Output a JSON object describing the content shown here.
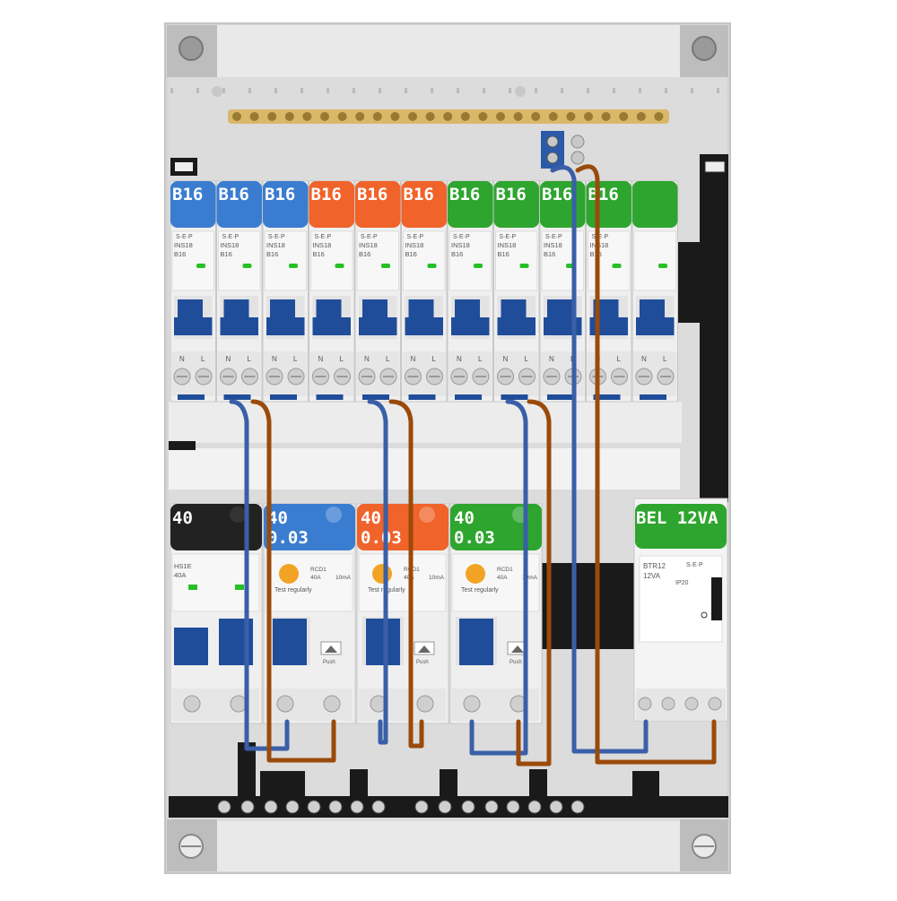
{
  "colors": {
    "blue": "#3a7dd0",
    "orange": "#f0632a",
    "green": "#2ea52e",
    "black": "#222222",
    "wire_blue": "#3a5fa8",
    "wire_brown": "#9a4a0a",
    "breaker_blue": "#1f4d9a"
  },
  "top_row": {
    "breakers": [
      {
        "label": "B16",
        "color": "blue",
        "model": "INS18",
        "rating": "B16"
      },
      {
        "label": "B16",
        "color": "blue",
        "model": "INS18",
        "rating": "B16"
      },
      {
        "label": "B16",
        "color": "blue",
        "model": "INS18",
        "rating": "B16"
      },
      {
        "label": "B16",
        "color": "orange",
        "model": "INS18",
        "rating": "B16"
      },
      {
        "label": "B16",
        "color": "orange",
        "model": "INS18",
        "rating": "B16"
      },
      {
        "label": "B16",
        "color": "orange",
        "model": "INS18",
        "rating": "B16"
      },
      {
        "label": "B16",
        "color": "green",
        "model": "INS18",
        "rating": "B16"
      },
      {
        "label": "B16",
        "color": "green",
        "model": "INS18",
        "rating": "B16"
      },
      {
        "label": "B16",
        "color": "green",
        "model": "INS18",
        "rating": "B16"
      },
      {
        "label": "B16",
        "color": "green",
        "model": "INS18",
        "rating": "B16"
      },
      {
        "label": "",
        "color": "green",
        "model": "",
        "rating": ""
      }
    ],
    "brand": "S·E·P"
  },
  "bottom_row": {
    "main_switch": {
      "label": "40",
      "model": "HS1E",
      "rating": "40A"
    },
    "rcds": [
      {
        "label_line1": "40",
        "label_line2": "0.03",
        "color": "blue",
        "model": "RCD1",
        "rating": "40A",
        "sensitivity": "10mA",
        "test_text": "Test regularly",
        "push_text": "Push"
      },
      {
        "label_line1": "40",
        "label_line2": "0.03",
        "color": "orange",
        "model": "RCD1",
        "rating": "40A",
        "sensitivity": "10mA",
        "test_text": "Test regularly",
        "push_text": "Push"
      },
      {
        "label_line1": "40",
        "label_line2": "0.03",
        "color": "green",
        "model": "RCD1",
        "rating": "40A",
        "sensitivity": "10mA",
        "test_text": "Test regularly",
        "push_text": "Push"
      }
    ],
    "bell_transformer": {
      "label": "BEL 12VA",
      "model": "BTR12",
      "power": "12VA",
      "ip": "IP20",
      "brand": "S·E·P"
    }
  },
  "terminal_letters": [
    "N",
    "L"
  ]
}
